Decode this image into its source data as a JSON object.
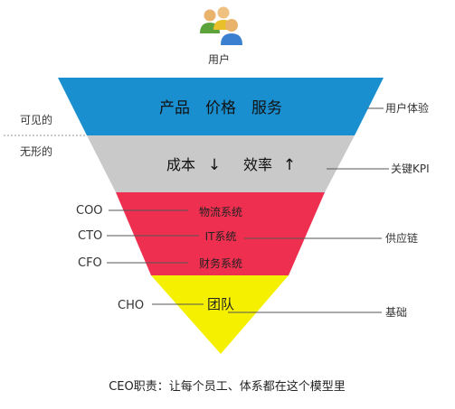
{
  "top_user": {
    "label": "用户",
    "icon": "users-group-icon"
  },
  "layers": [
    {
      "id": "top",
      "color": "#1a8fd0",
      "text": "产品　价格　服务"
    },
    {
      "id": "middle",
      "color": "#c9c9c9",
      "text_left": "成本",
      "arrow_left": "↓",
      "text_right": "效率",
      "arrow_right": "↑"
    },
    {
      "id": "red",
      "color": "#ef2f4f",
      "items": [
        "物流系统",
        "IT系统",
        "财务系统"
      ]
    },
    {
      "id": "bottom",
      "color": "#f5f000",
      "text": "团队"
    }
  ],
  "left_labels": {
    "visible": "可见的",
    "invisible": "无形的"
  },
  "left_roles": [
    "COO",
    "CTO",
    "CFO",
    "CHO"
  ],
  "right_labels": [
    "用户体验",
    "关键KPI",
    "供应链",
    "基础"
  ],
  "footer": "CEO职责：让每个员工、体系都在这个模型里"
}
